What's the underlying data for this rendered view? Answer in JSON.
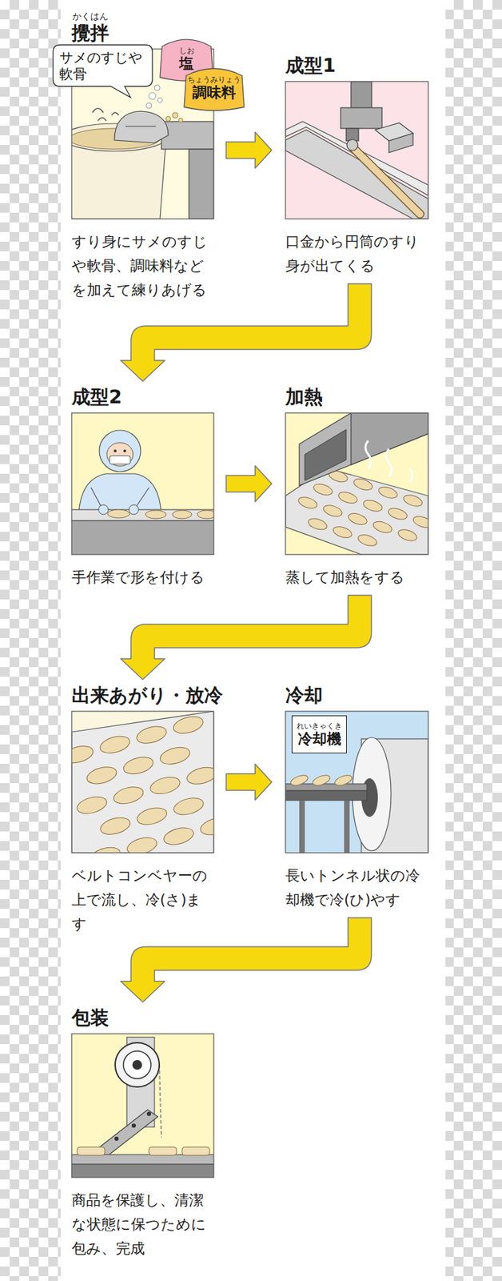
{
  "diagram": {
    "nodes": [
      {
        "text": [
          "かくはん",
          "攪拌",
          "すり身にサメのすじや軟骨、調味料などを加えて練りあげる"
        ]
      },
      {
        "text": [
          "サメのすじや軟骨"
        ],
        "in": 0
      },
      {
        "text": [
          "しお",
          "塩"
        ],
        "in": 0
      },
      {
        "text": [
          "ちょうみりょう",
          "調味料"
        ],
        "in": 0
      },
      {
        "text": [
          "成型1",
          "口金から円筒のすり身が出てくる"
        ]
      },
      {
        "text": [
          "成型2",
          "手作業で形を付ける"
        ]
      },
      {
        "text": [
          "加熱",
          "蒸して加熱をする"
        ]
      },
      {
        "text": [
          "出来あがり・放冷",
          "ベルトコンベヤーの上で流し、冷(さ)ます"
        ]
      },
      {
        "text": [
          "冷却",
          "長いトンネル状の冷却機で冷(ひ)やす"
        ]
      },
      {
        "text": [
          "れいきゃくき",
          "冷却機"
        ],
        "in": 8
      },
      {
        "text": [
          "包装",
          "商品を保護し、清潔な状態に保つために包み、完成"
        ]
      }
    ],
    "edges": [
      {
        "from": 0,
        "to": 4,
        "arrow": "to"
      },
      {
        "from": 4,
        "to": 5,
        "arrow": "to"
      },
      {
        "from": 5,
        "to": 6,
        "arrow": "to"
      },
      {
        "from": 6,
        "to": 7,
        "arrow": "to"
      },
      {
        "from": 7,
        "to": 8,
        "arrow": "to"
      },
      {
        "from": 8,
        "to": 10,
        "arrow": "to"
      }
    ]
  }
}
